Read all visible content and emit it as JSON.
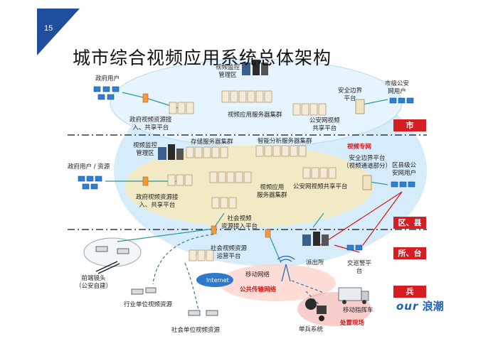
{
  "page_number": "15",
  "title": "城市综合视频应用系统总体架构",
  "labels": {
    "gov_user": "政府用户",
    "city_monitor": "视频监控\n管理区",
    "city_security_border": "安全边界\n平台",
    "city_ps_user": "市级公安\n网用户",
    "gov_share_platform": "政府视频资源接\n入、共享平台",
    "city_app_cluster": "视频应用服务器集群",
    "ps_share_platform": "公安网视频\n共享平台",
    "dist_monitor": "视频监控\n管理区",
    "storage_cluster": "存储服务器集群",
    "analysis_cluster": "智能分析服务器集群",
    "video_private_net": "视频专网",
    "gov_user_res": "政府用户 / 资源",
    "dist_border": "安全边界平台\n（视频通道部分）",
    "county_ps_user": "区县级公\n安网用户",
    "dist_gov_share": "政府视频资源接\n入、共享平台",
    "dist_app_cluster": "视频应用\n服务器集群",
    "dist_ps_share": "公安网视频共享平台",
    "social_access": "社会视频\n资源接入平台",
    "social_ops": "社会视频资源\n运营平台",
    "front_camera": "前端镜头\n（公安自建）",
    "police_station": "派出所",
    "patrol_platform": "交巡警平\n台",
    "industry_res": "行业单位视频资源",
    "internet": "Internet",
    "mobile_net": "移动网络",
    "public_net": "公共传输网络",
    "command_vehicle": "移动指挥车",
    "social_res": "社会单位视频资源",
    "single_soldier": "单兵系统",
    "scene": "处置现场"
  },
  "tiers": {
    "city": "市",
    "district": "区、县",
    "station": "所、台",
    "soldier": "兵"
  },
  "brand": {
    "logo_text": "our",
    "name": "浪潮"
  },
  "colors": {
    "accent": "#d41e24",
    "corner": "#1f4e9c",
    "cloud": "#dcefff",
    "link": "#2a9a9e"
  }
}
